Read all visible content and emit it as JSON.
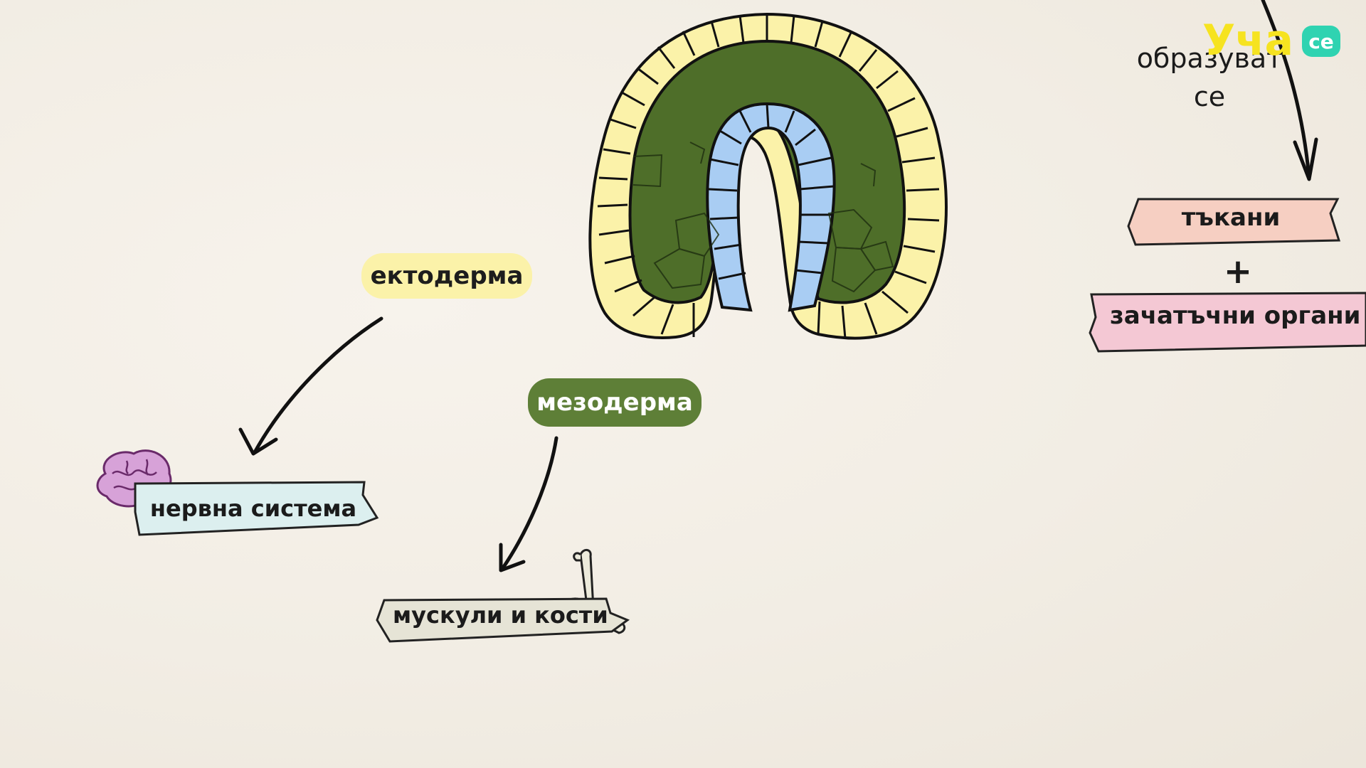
{
  "top_right": {
    "forms_text_line1": "образуват",
    "forms_text_line2": "се",
    "tissues_label": "тъкани",
    "plus_sign": "+",
    "organs_label": "зачатъчни органи"
  },
  "germ_layers": {
    "ectoderm_label": "ектодерма",
    "mesoderm_label": "мезодерма"
  },
  "derivatives": {
    "nervous_system_label": "нервна система",
    "muscles_bones_label": "мускули и кости"
  },
  "logo": {
    "brand_main": "Уча",
    "brand_badge": "се"
  },
  "colors": {
    "ectoderm": "#fbf2a9",
    "mesoderm": "#4e6e29",
    "endoderm": "#a9cdf3",
    "tissues_ribbon": "#f6cfc2",
    "organs_ribbon": "#f4c8d4",
    "nervous_ribbon": "#dcefef",
    "bones_ribbon": "#e6e4d6",
    "brain": "#d7a2d8",
    "logo_yellow": "#f6e320",
    "logo_teal": "#2fd3b1"
  }
}
